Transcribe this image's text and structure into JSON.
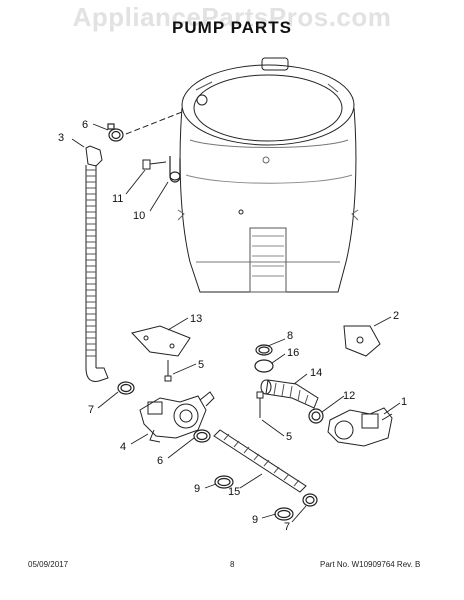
{
  "watermark": "AppliancePartsPros.com",
  "title": "PUMP PARTS",
  "callouts": {
    "c1": "1",
    "c2": "2",
    "c3": "3",
    "c4": "4",
    "c5a": "5",
    "c5b": "5",
    "c6a": "6",
    "c6b": "6",
    "c7a": "7",
    "c7b": "7",
    "c8": "8",
    "c9a": "9",
    "c9b": "9",
    "c10": "10",
    "c11": "11",
    "c12": "12",
    "c13": "13",
    "c14": "14",
    "c15": "15",
    "c16": "16"
  },
  "footer": {
    "date": "05/09/2017",
    "page": "8",
    "part": "Part No.  W10909764  Rev.  B"
  }
}
